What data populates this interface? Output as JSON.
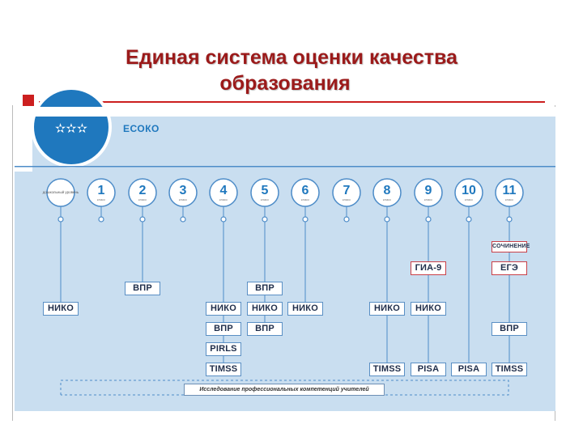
{
  "title": {
    "line1": "Единая система оценки качества",
    "line2": "образования"
  },
  "badge": {
    "stars": "✫✫✫",
    "label": "ЕСОКО"
  },
  "colors": {
    "panel": "#c9def0",
    "badge": "#1f78be",
    "line": "#4d8cc8",
    "accent_red": "#cc1f1f",
    "label_text": "#1f2d4a"
  },
  "grades": [
    {
      "num": "",
      "sub": "дошкольный уровень"
    },
    {
      "num": "1",
      "sub": "класс"
    },
    {
      "num": "2",
      "sub": "класс"
    },
    {
      "num": "3",
      "sub": "класс"
    },
    {
      "num": "4",
      "sub": "класс"
    },
    {
      "num": "5",
      "sub": "класс"
    },
    {
      "num": "6",
      "sub": "класс"
    },
    {
      "num": "7",
      "sub": "класс"
    },
    {
      "num": "8",
      "sub": "класс"
    },
    {
      "num": "9",
      "sub": "класс"
    },
    {
      "num": "10",
      "sub": "класс"
    },
    {
      "num": "11",
      "sub": "класс"
    }
  ],
  "assessments": {
    "g0": [
      "НИКО"
    ],
    "g2": [
      "ВПР"
    ],
    "g4": [
      "НИКО",
      "ВПР",
      "PIRLS",
      "TIMSS"
    ],
    "g5": [
      "ВПР",
      "НИКО",
      "ВПР"
    ],
    "g6": [
      "НИКО"
    ],
    "g8": [
      "НИКО",
      "TIMSS"
    ],
    "g9": [
      "ГИА-9",
      "НИКО",
      "PISA"
    ],
    "g10": [
      "PISA"
    ],
    "g11": [
      "СОЧИНЕНИЕ",
      "ЕГЭ",
      "ВПР",
      "TIMSS"
    ]
  },
  "bottom_label": "Исследование профессиональных компетенций учителей"
}
